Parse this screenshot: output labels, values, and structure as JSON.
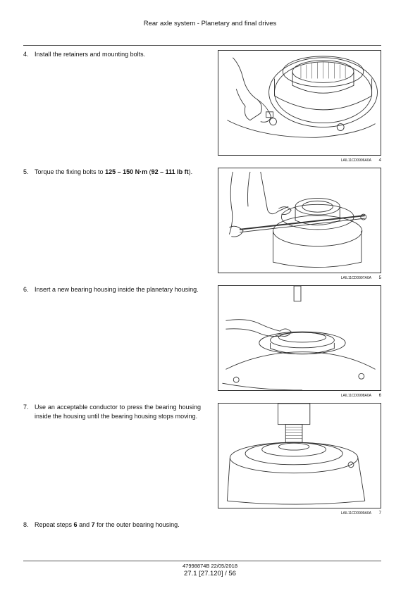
{
  "header": {
    "title": "Rear axle system - Planetary and final drives"
  },
  "steps": [
    {
      "num": "4.",
      "text": "Install the retainers and mounting bolts."
    },
    {
      "num": "5.",
      "pre": "Torque the fixing bolts to ",
      "bold1": "125 – 150 N·m",
      "mid": " (",
      "bold2": "92 – 111 lb ft",
      "post": ")."
    },
    {
      "num": "6.",
      "text": "Insert a new bearing housing inside the planetary housing."
    },
    {
      "num": "7.",
      "text": "Use an acceptable conductor to press the bearing housing inside the housing until the bearing housing stops moving."
    },
    {
      "num": "8.",
      "pre": "Repeat steps ",
      "bold1": "6",
      "mid": " and ",
      "bold2": "7",
      "post": " for the outer bearing housing."
    }
  ],
  "figures": [
    {
      "code": "LAIL11CD0996A0A",
      "number": "4"
    },
    {
      "code": "LAIL11CD0997A0A",
      "number": "5"
    },
    {
      "code": "LAIL11CD0998A0A",
      "number": "6"
    },
    {
      "code": "LAIL11CD0999A0A",
      "number": "7"
    }
  ],
  "footer": {
    "doc_id": "47998874B 22/05/2018",
    "page": "27.1 [27.120] / 56"
  }
}
